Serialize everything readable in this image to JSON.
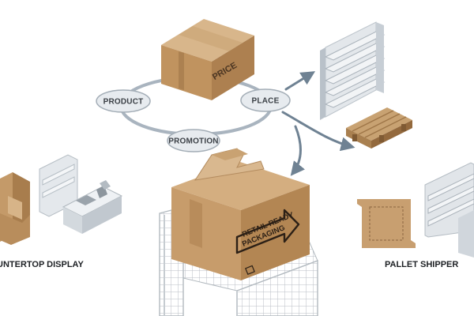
{
  "marketing_mix": {
    "center": "PRICE",
    "nodes": {
      "product": "PRODUCT",
      "place": "PLACE",
      "promotion": "PROMOTION"
    }
  },
  "box_print": {
    "line1": "RETAIL READY",
    "line2": "PACKAGING"
  },
  "captions": {
    "left": "UNTERTOP DISPLAY",
    "right": "PALLET SHIPPER"
  },
  "colors": {
    "kraft": "#c89f70",
    "kraft_dark": "#a87e52",
    "kraft_light": "#d9b88f",
    "metal": "#dfe3e7",
    "metal_dark": "#aeb5bc",
    "ring": "#9aa6b2",
    "arrow": "#6f8293"
  }
}
